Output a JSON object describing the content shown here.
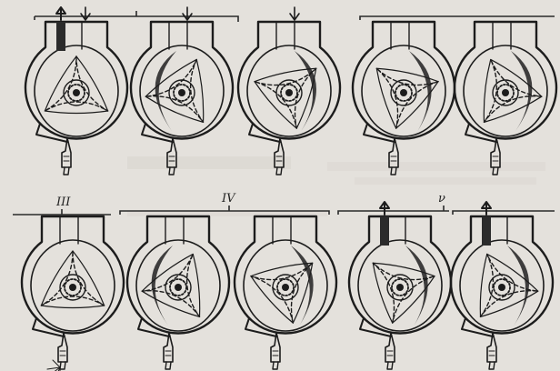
{
  "figure": {
    "stage_labels": [
      {
        "id": "III",
        "text": "III"
      },
      {
        "id": "IV",
        "text": "IV"
      },
      {
        "id": "V",
        "text": "ν"
      }
    ],
    "engines": [
      {
        "row": 1,
        "index": 1,
        "chamber_fill": "none",
        "port_state": "exhaust-open",
        "arrow": "up-and-down"
      },
      {
        "row": 1,
        "index": 2,
        "chamber_fill": "small",
        "port_state": "intake",
        "arrow": "down"
      },
      {
        "row": 1,
        "index": 3,
        "chamber_fill": "medium",
        "port_state": "intake",
        "arrow": "down"
      },
      {
        "row": 1,
        "index": 4,
        "chamber_fill": "large",
        "port_state": "closed",
        "arrow": "none"
      },
      {
        "row": 1,
        "index": 5,
        "chamber_fill": "small",
        "port_state": "closed",
        "arrow": "none"
      },
      {
        "row": 2,
        "index": 1,
        "chamber_fill": "none",
        "port_state": "closed",
        "arrow": "none",
        "spark": true
      },
      {
        "row": 2,
        "index": 2,
        "chamber_fill": "small",
        "port_state": "closed",
        "arrow": "none"
      },
      {
        "row": 2,
        "index": 3,
        "chamber_fill": "large",
        "port_state": "closed",
        "arrow": "none"
      },
      {
        "row": 2,
        "index": 4,
        "chamber_fill": "large",
        "port_state": "exhaust-open",
        "arrow": "up"
      },
      {
        "row": 2,
        "index": 5,
        "chamber_fill": "medium",
        "port_state": "exhaust-open",
        "arrow": "up"
      }
    ],
    "colors": {
      "paper": "#e4e1dc",
      "ink": "#1c1c1c",
      "shade": "#2b2b2b"
    }
  }
}
